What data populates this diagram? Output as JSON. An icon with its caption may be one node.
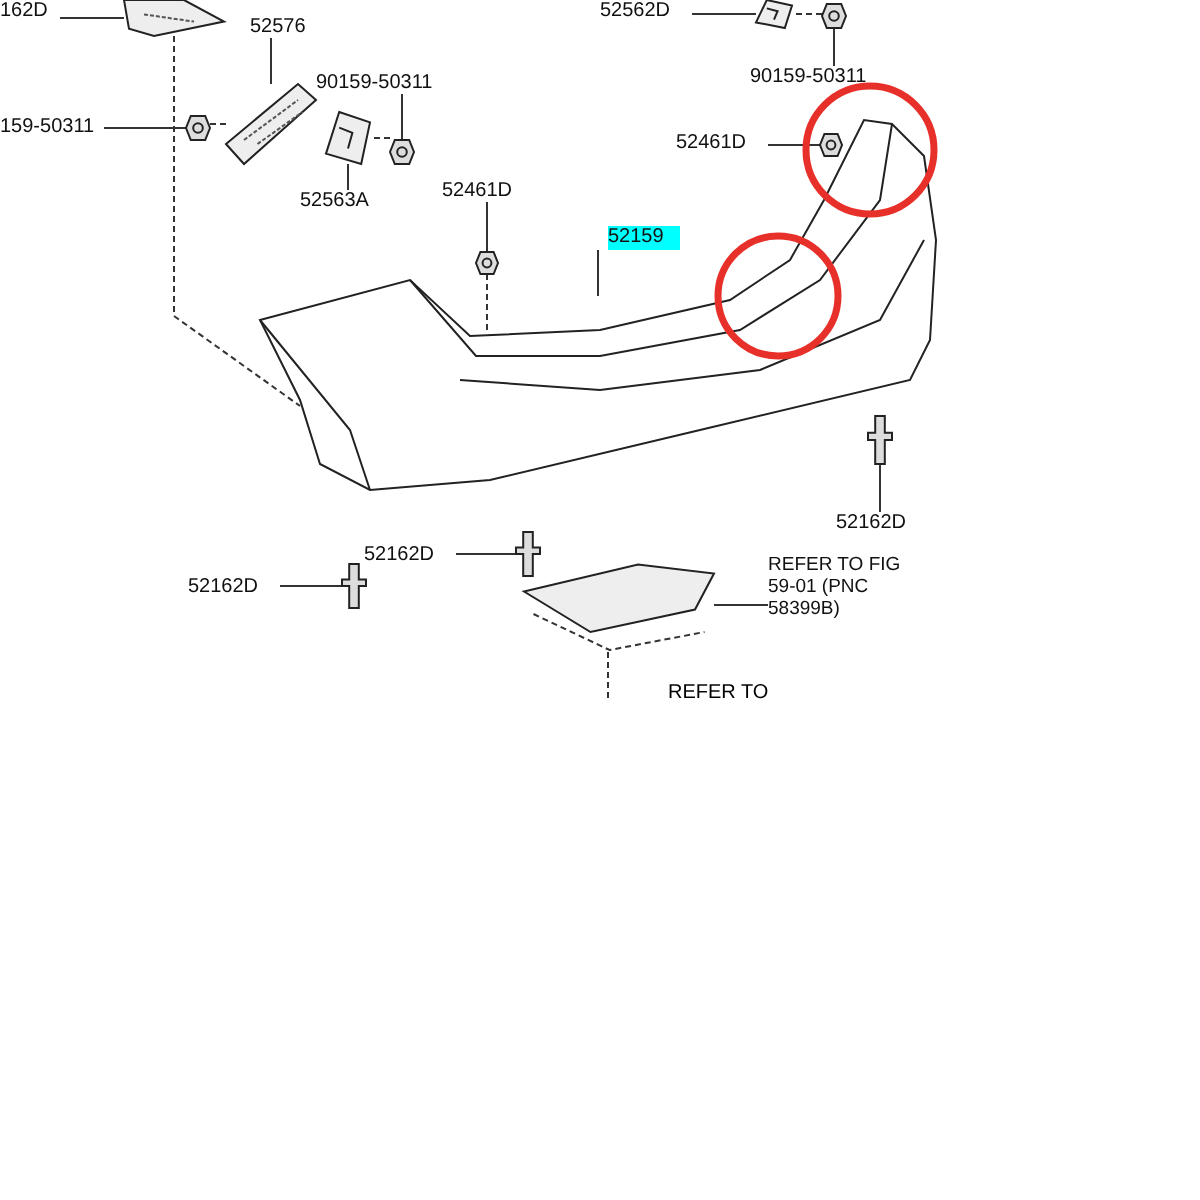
{
  "diagram": {
    "nodes": [
      {
        "text": [
          "162D"
        ]
      },
      {
        "text": [],
        "shape": "picture"
      },
      {
        "text": [
          "52576"
        ]
      },
      {
        "text": [],
        "shape": "picture"
      },
      {
        "text": [
          "90159-50311"
        ]
      },
      {
        "text": [
          "159-50311"
        ]
      },
      {
        "text": [],
        "shape": "picture"
      },
      {
        "text": [],
        "shape": "picture"
      },
      {
        "text": [],
        "shape": "picture"
      },
      {
        "text": [
          "52563A"
        ]
      },
      {
        "text": [
          "52562D"
        ]
      },
      {
        "text": [],
        "shape": "picture"
      },
      {
        "text": [],
        "shape": "picture"
      },
      {
        "text": [
          "90159-50311"
        ]
      },
      {
        "text": [
          "52461D"
        ]
      },
      {
        "text": [],
        "shape": "picture"
      },
      {
        "text": [
          "52461D"
        ]
      },
      {
        "text": [],
        "shape": "picture"
      },
      {
        "text": [
          "52159"
        ]
      },
      {
        "text": [],
        "shape": "picture"
      },
      {
        "text": [],
        "shape": "picture"
      },
      {
        "text": [
          "52162D"
        ]
      },
      {
        "text": [
          "52162D"
        ]
      },
      {
        "text": [],
        "shape": "picture"
      },
      {
        "text": [
          "52162D"
        ]
      },
      {
        "text": [],
        "shape": "picture"
      },
      {
        "text": [],
        "shape": "picture"
      },
      {
        "text": [
          "REFER TO FIG 59-01 (PNC 58399B)"
        ]
      }
    ],
    "edges": [
      {
        "from": 0,
        "to": 1,
        "arrow": "none"
      },
      {
        "from": 2,
        "to": 3,
        "arrow": "none"
      },
      {
        "from": 4,
        "to": 8,
        "arrow": "none"
      },
      {
        "from": 5,
        "to": 6,
        "arrow": "none"
      },
      {
        "from": 9,
        "to": 7,
        "arrow": "none"
      },
      {
        "from": 10,
        "to": 11,
        "arrow": "none"
      },
      {
        "from": 13,
        "to": 12,
        "arrow": "none"
      },
      {
        "from": 14,
        "to": 15,
        "arrow": "none"
      },
      {
        "from": 16,
        "to": 17,
        "arrow": "none"
      },
      {
        "from": 18,
        "to": 19,
        "arrow": "none"
      },
      {
        "from": 21,
        "to": 20,
        "arrow": "none"
      },
      {
        "from": 22,
        "to": 23,
        "arrow": "none"
      },
      {
        "from": 24,
        "to": 25,
        "arrow": "none"
      },
      {
        "from": 27,
        "to": 26,
        "arrow": "none"
      },
      {
        "from": 6,
        "to": 3,
        "arrow": "none",
        "style": "dashed"
      },
      {
        "from": 8,
        "to": 7,
        "arrow": "none",
        "style": "dashed"
      },
      {
        "from": 12,
        "to": 11,
        "arrow": "none",
        "style": "dashed"
      },
      {
        "from": 17,
        "to": 19,
        "arrow": "none",
        "style": "dashed"
      },
      {
        "from": 1,
        "to": 19,
        "arrow": "none",
        "style": "dashed"
      }
    ],
    "labels": [
      "REFER TO"
    ]
  }
}
